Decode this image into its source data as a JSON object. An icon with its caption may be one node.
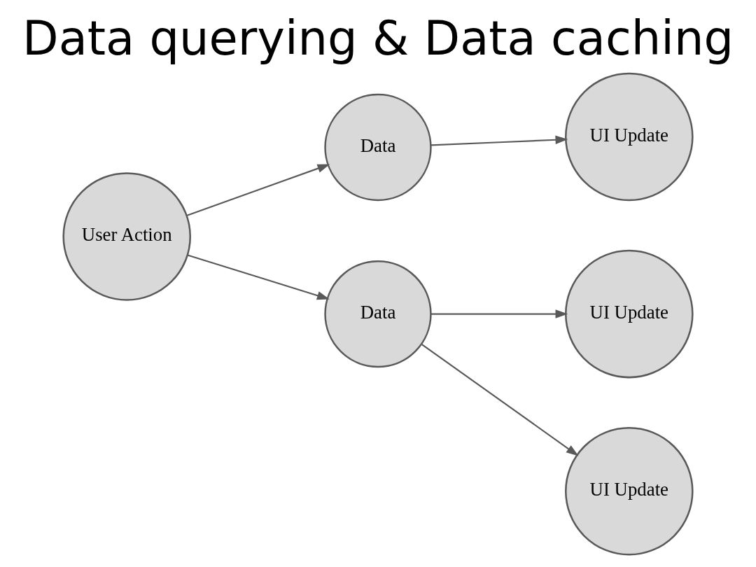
{
  "diagram": {
    "title": "Data querying & Data caching",
    "nodes": [
      {
        "text": [
          "User Action"
        ]
      },
      {
        "text": [
          "Data"
        ]
      },
      {
        "text": [
          "UI Update"
        ]
      },
      {
        "text": [
          "Data"
        ]
      },
      {
        "text": [
          "UI Update"
        ]
      },
      {
        "text": [
          "UI Update"
        ]
      }
    ],
    "edges": [
      {
        "from": 0,
        "to": 1,
        "arrow": "to"
      },
      {
        "from": 0,
        "to": 3,
        "arrow": "to"
      },
      {
        "from": 1,
        "to": 2,
        "arrow": "to"
      },
      {
        "from": 3,
        "to": 4,
        "arrow": "to"
      },
      {
        "from": 3,
        "to": 5,
        "arrow": "to"
      }
    ]
  }
}
